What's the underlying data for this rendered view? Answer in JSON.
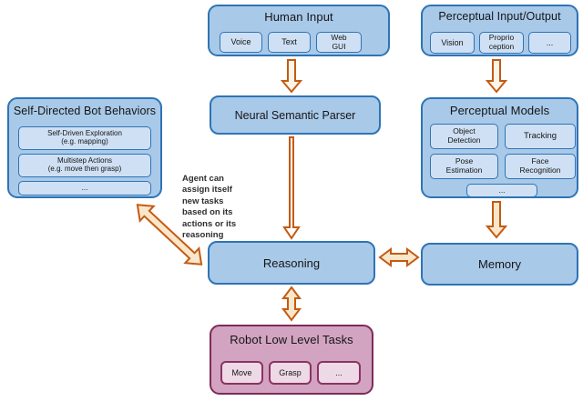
{
  "colors": {
    "blue_group_fill": "#a9c9e9",
    "blue_inner_fill": "#cfe0f4",
    "blue_border": "#2e74b5",
    "purple_group_fill": "#d2a4c1",
    "purple_inner_fill": "#eed9e6",
    "purple_border": "#7d2b57",
    "arrow_stroke": "#c55a11",
    "arrow_fill": "#f9e7cb",
    "text": "#151515"
  },
  "nodes": {
    "human_input": {
      "title": "Human Input",
      "items": [
        {
          "lines": [
            "Voice"
          ]
        },
        {
          "lines": [
            "Text"
          ]
        },
        {
          "lines": [
            "Web",
            "GUI"
          ]
        }
      ]
    },
    "perceptual_io": {
      "title": "Perceptual Input/Output",
      "items": [
        {
          "lines": [
            "Vision"
          ]
        },
        {
          "lines": [
            "Proprio",
            "ception"
          ]
        },
        {
          "lines": [
            "..."
          ]
        }
      ]
    },
    "self_directed": {
      "title": "Self-Directed Bot Behaviors",
      "items": [
        {
          "lines": [
            "Self-Driven Exploration",
            "(e.g. mapping)"
          ]
        },
        {
          "lines": [
            "Multistep Actions",
            "(e.g. move then grasp)"
          ]
        },
        {
          "lines": [
            "..."
          ]
        }
      ]
    },
    "neural_semantic_parser": {
      "title": "Neural Semantic Parser"
    },
    "perceptual_models": {
      "title": "Perceptual Models",
      "items": [
        {
          "lines": [
            "Object",
            "Detection"
          ]
        },
        {
          "lines": [
            "Tracking"
          ]
        },
        {
          "lines": [
            "Pose",
            "Estimation"
          ]
        },
        {
          "lines": [
            "Face",
            "Recognition"
          ]
        },
        {
          "lines": [
            "..."
          ]
        }
      ]
    },
    "reasoning": {
      "title": "Reasoning"
    },
    "memory": {
      "title": "Memory"
    },
    "robot_low_level": {
      "title": "Robot Low Level Tasks",
      "items": [
        {
          "lines": [
            "Move"
          ]
        },
        {
          "lines": [
            "Grasp"
          ]
        },
        {
          "lines": [
            "..."
          ]
        }
      ]
    }
  },
  "annotation": {
    "text": "Agent can assign itself new tasks based on its actions or its reasoning",
    "lines": [
      "Agent can",
      "assign itself",
      "new tasks",
      "based on its",
      "actions or its",
      "reasoning"
    ]
  },
  "edges": [
    {
      "from": "Human Input",
      "to": "Neural Semantic Parser",
      "direction": "one-way"
    },
    {
      "from": "Perceptual Input/Output",
      "to": "Perceptual Models",
      "direction": "one-way"
    },
    {
      "from": "Neural Semantic Parser",
      "to": "Reasoning",
      "direction": "one-way"
    },
    {
      "from": "Perceptual Models",
      "to": "Memory",
      "direction": "one-way"
    },
    {
      "from": "Reasoning",
      "to": "Memory",
      "direction": "two-way"
    },
    {
      "from": "Reasoning",
      "to": "Robot Low Level Tasks",
      "direction": "two-way"
    },
    {
      "from": "Self-Directed Bot Behaviors",
      "to": "Reasoning",
      "direction": "two-way"
    }
  ]
}
